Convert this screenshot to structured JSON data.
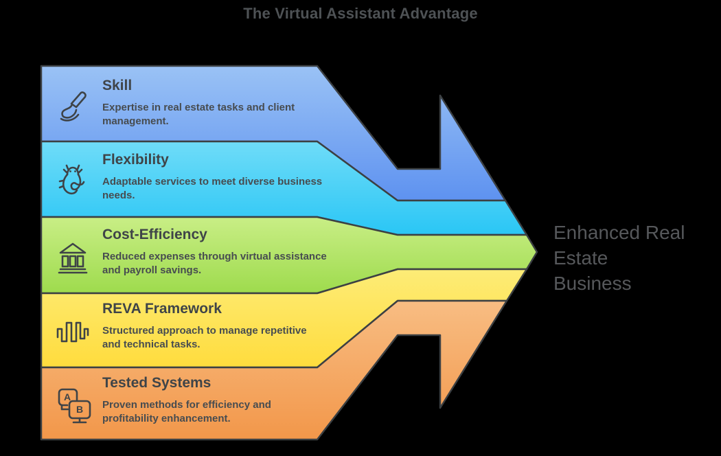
{
  "title": "The Virtual Assistant Advantage",
  "result_label": "Enhanced Real\nEstate\nBusiness",
  "colors": {
    "background": "#000000",
    "outline": "#3c4043",
    "title_text": "#4e5255",
    "heading_text": "#3f4448",
    "body_text": "#474c50",
    "result_text": "#56585b",
    "icon": "#3e4347"
  },
  "bands": [
    {
      "title": "Skill",
      "description": "Expertise in real estate tasks and client\nmanagement.",
      "icon": "paintbrush-icon",
      "gradient_top": "#9ac2f5",
      "gradient_bottom": "#5e92f0"
    },
    {
      "title": "Flexibility",
      "description": "Adaptable services to meet diverse business\nneeds.",
      "icon": "axolotl-icon",
      "gradient_top": "#6fdcf8",
      "gradient_bottom": "#2ac6f5"
    },
    {
      "title": "Cost-Efficiency",
      "description": "Reduced expenses through virtual assistance\nand payroll savings.",
      "icon": "bank-icon",
      "gradient_top": "#c9ee86",
      "gradient_bottom": "#9edb4d"
    },
    {
      "title": "REVA Framework",
      "description": "Structured approach to manage repetitive\nand technical tasks.",
      "icon": "waveform-icon",
      "gradient_top": "#fdec77",
      "gradient_bottom": "#ffdc3d"
    },
    {
      "title": "Tested Systems",
      "description": "Proven methods for efficiency and\nprofitability enhancement.",
      "icon": "ab-test-icon",
      "gradient_top": "#f8bd83",
      "gradient_bottom": "#f2974a"
    }
  ]
}
